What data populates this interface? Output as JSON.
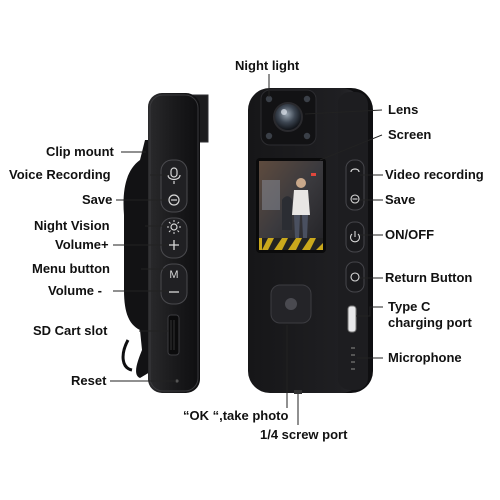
{
  "labels": {
    "night_light": "Night light",
    "lens": "Lens",
    "screen": "Screen",
    "clip_mount": "Clip mount",
    "voice_recording": "Voice Recording",
    "video_recording": "Video recording",
    "save_left": "Save",
    "save_right": "Save",
    "night_vision": "Night Vision",
    "volume_plus": "Volume+",
    "on_off": "ON/OFF",
    "menu_button": "Menu button",
    "volume_minus": "Volume -",
    "return_button": "Return Button",
    "type_c_line1": "Type C",
    "type_c_line2": "charging port",
    "sd_slot": "SD Cart slot",
    "microphone": "Microphone",
    "reset": "Reset",
    "ok_take_photo": "“OK “,take photo",
    "screw_port": "1/4 screw port"
  },
  "icons": {
    "side_buttons": [
      "microphone-icon",
      "circle-minus-icon",
      "sun-icon",
      "plus-icon",
      "m-letter-icon",
      "minus-icon"
    ],
    "front_buttons": [
      "video-icon",
      "circle-minus-icon",
      "power-icon",
      "return-circle-icon"
    ]
  },
  "colors": {
    "device_body": "#1b1b1d",
    "device_edge": "#3a3a3d",
    "label_text": "#111111"
  }
}
